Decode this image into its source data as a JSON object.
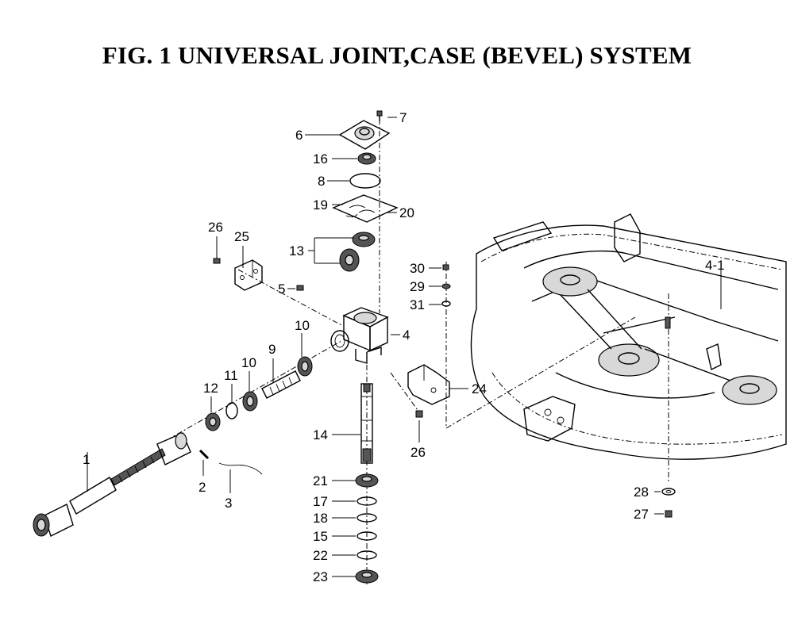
{
  "title": "FIG.  1  UNIVERSAL JOINT,CASE (BEVEL) SYSTEM",
  "callouts": {
    "c1": "1",
    "c2": "2",
    "c3": "3",
    "c4": "4",
    "c4_1": "4-1",
    "c5": "5",
    "c6": "6",
    "c7": "7",
    "c8": "8",
    "c9": "9",
    "c10a": "10",
    "c10b": "10",
    "c11": "11",
    "c12": "12",
    "c13": "13",
    "c14": "14",
    "c15": "15",
    "c16": "16",
    "c17": "17",
    "c18": "18",
    "c19": "19",
    "c20": "20",
    "c21": "21",
    "c22": "22",
    "c23": "23",
    "c24": "24",
    "c25": "25",
    "c26a": "26",
    "c26b": "26",
    "c27": "27",
    "c28": "28",
    "c29": "29",
    "c30": "30",
    "c31": "31"
  }
}
